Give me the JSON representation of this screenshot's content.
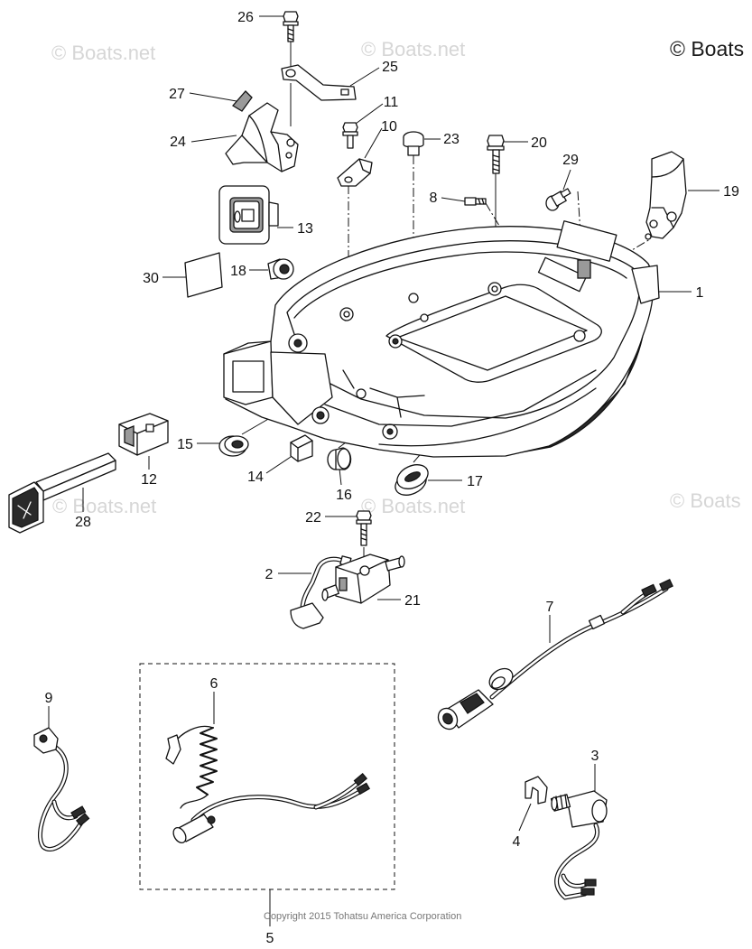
{
  "watermarks": {
    "full": "© Boats.net",
    "clipped": "© Boats"
  },
  "corner_mark": "© Boats",
  "copyright": "Copyright 2015 Tohatsu America Corporation",
  "callouts": [
    "26",
    "25",
    "27",
    "24",
    "11",
    "10",
    "23",
    "20",
    "29",
    "19",
    "8",
    "13",
    "30",
    "18",
    "1",
    "15",
    "12",
    "14",
    "16",
    "17",
    "28",
    "22",
    "2",
    "21",
    "7",
    "9",
    "6",
    "5",
    "3",
    "4"
  ]
}
